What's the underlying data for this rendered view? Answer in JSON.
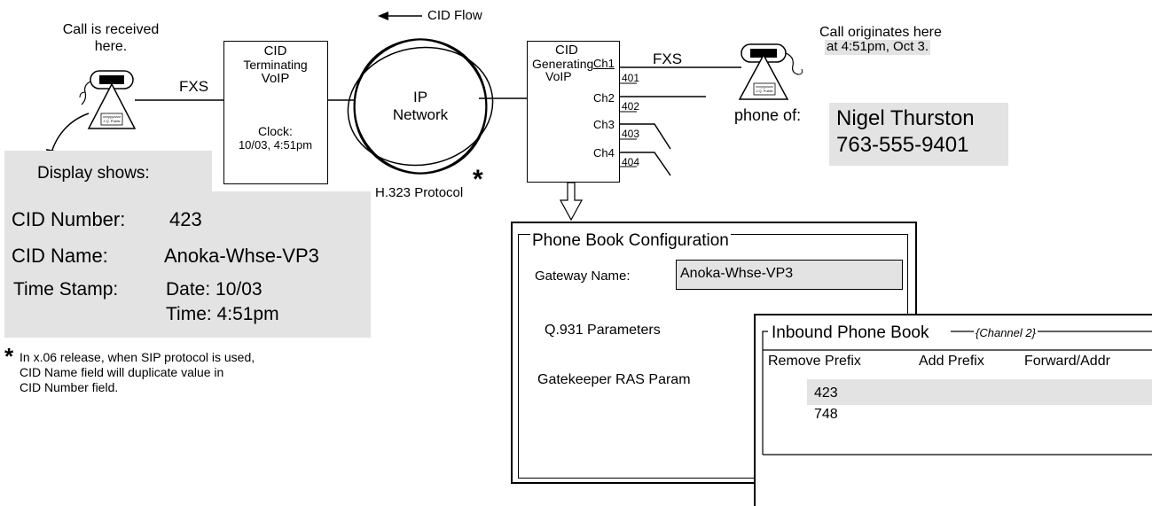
{
  "cid_flow": "CID Flow",
  "receiver": {
    "label_line1": "Call is received",
    "label_line2": "here.",
    "phone_tag_line1": "xxxyyyzzzz",
    "phone_tag_line2": "J.Q. Public",
    "port_label": "FXS"
  },
  "terminating_box": {
    "line1": "CID",
    "line2": "Terminating",
    "line3": "VoIP",
    "clock_label": "Clock:",
    "clock_value": "10/03, 4:51pm"
  },
  "network": {
    "line1": "IP",
    "line2": "Network",
    "protocol": "H.323 Protocol",
    "asterisk": "*"
  },
  "generating_box": {
    "line1": "CID",
    "line2": "Generating",
    "line3": "VoIP",
    "channels": [
      {
        "label": "Ch1",
        "number": "401"
      },
      {
        "label": "Ch2",
        "number": "402"
      },
      {
        "label": "Ch3",
        "number": "403"
      },
      {
        "label": "Ch4",
        "number": "404"
      }
    ],
    "port_label": "FXS"
  },
  "originator": {
    "label_line1": "Call originates here",
    "label_line2": "at 4:51pm, Oct 3.",
    "phone_tag_line1": "xxxyyyzzzz",
    "phone_tag_line2": "J.Q. Public",
    "phone_of_label": "phone of:",
    "name": "Nigel Thurston",
    "number": "763-555-9401"
  },
  "display": {
    "title": "Display shows:",
    "cid_number_label": "CID Number:",
    "cid_number_value": "423",
    "cid_name_label": "CID Name:",
    "cid_name_value": "Anoka-Whse-VP3",
    "timestamp_label": "Time Stamp:",
    "date_value": "Date: 10/03",
    "time_value": "Time: 4:51pm"
  },
  "footnote": {
    "asterisk": "*",
    "line1": "In x.06 release, when SIP protocol is used,",
    "line2": "CID Name field will duplicate value in",
    "line3": "CID Number field."
  },
  "phone_book_config": {
    "title": "Phone Book Configuration",
    "gateway_name_label": "Gateway Name:",
    "gateway_name_value": "Anoka-Whse-VP3",
    "q931_label": "Q.931 Parameters",
    "gatekeeper_label": "Gatekeeper RAS Param"
  },
  "inbound_phone_book": {
    "title": "Inbound Phone Book",
    "channel": "{Channel 2}",
    "columns": [
      "Remove Prefix",
      "Add Prefix",
      "Forward/Addr"
    ],
    "rows": [
      "423",
      "748"
    ],
    "highlight_color": "#e3e3e3"
  }
}
